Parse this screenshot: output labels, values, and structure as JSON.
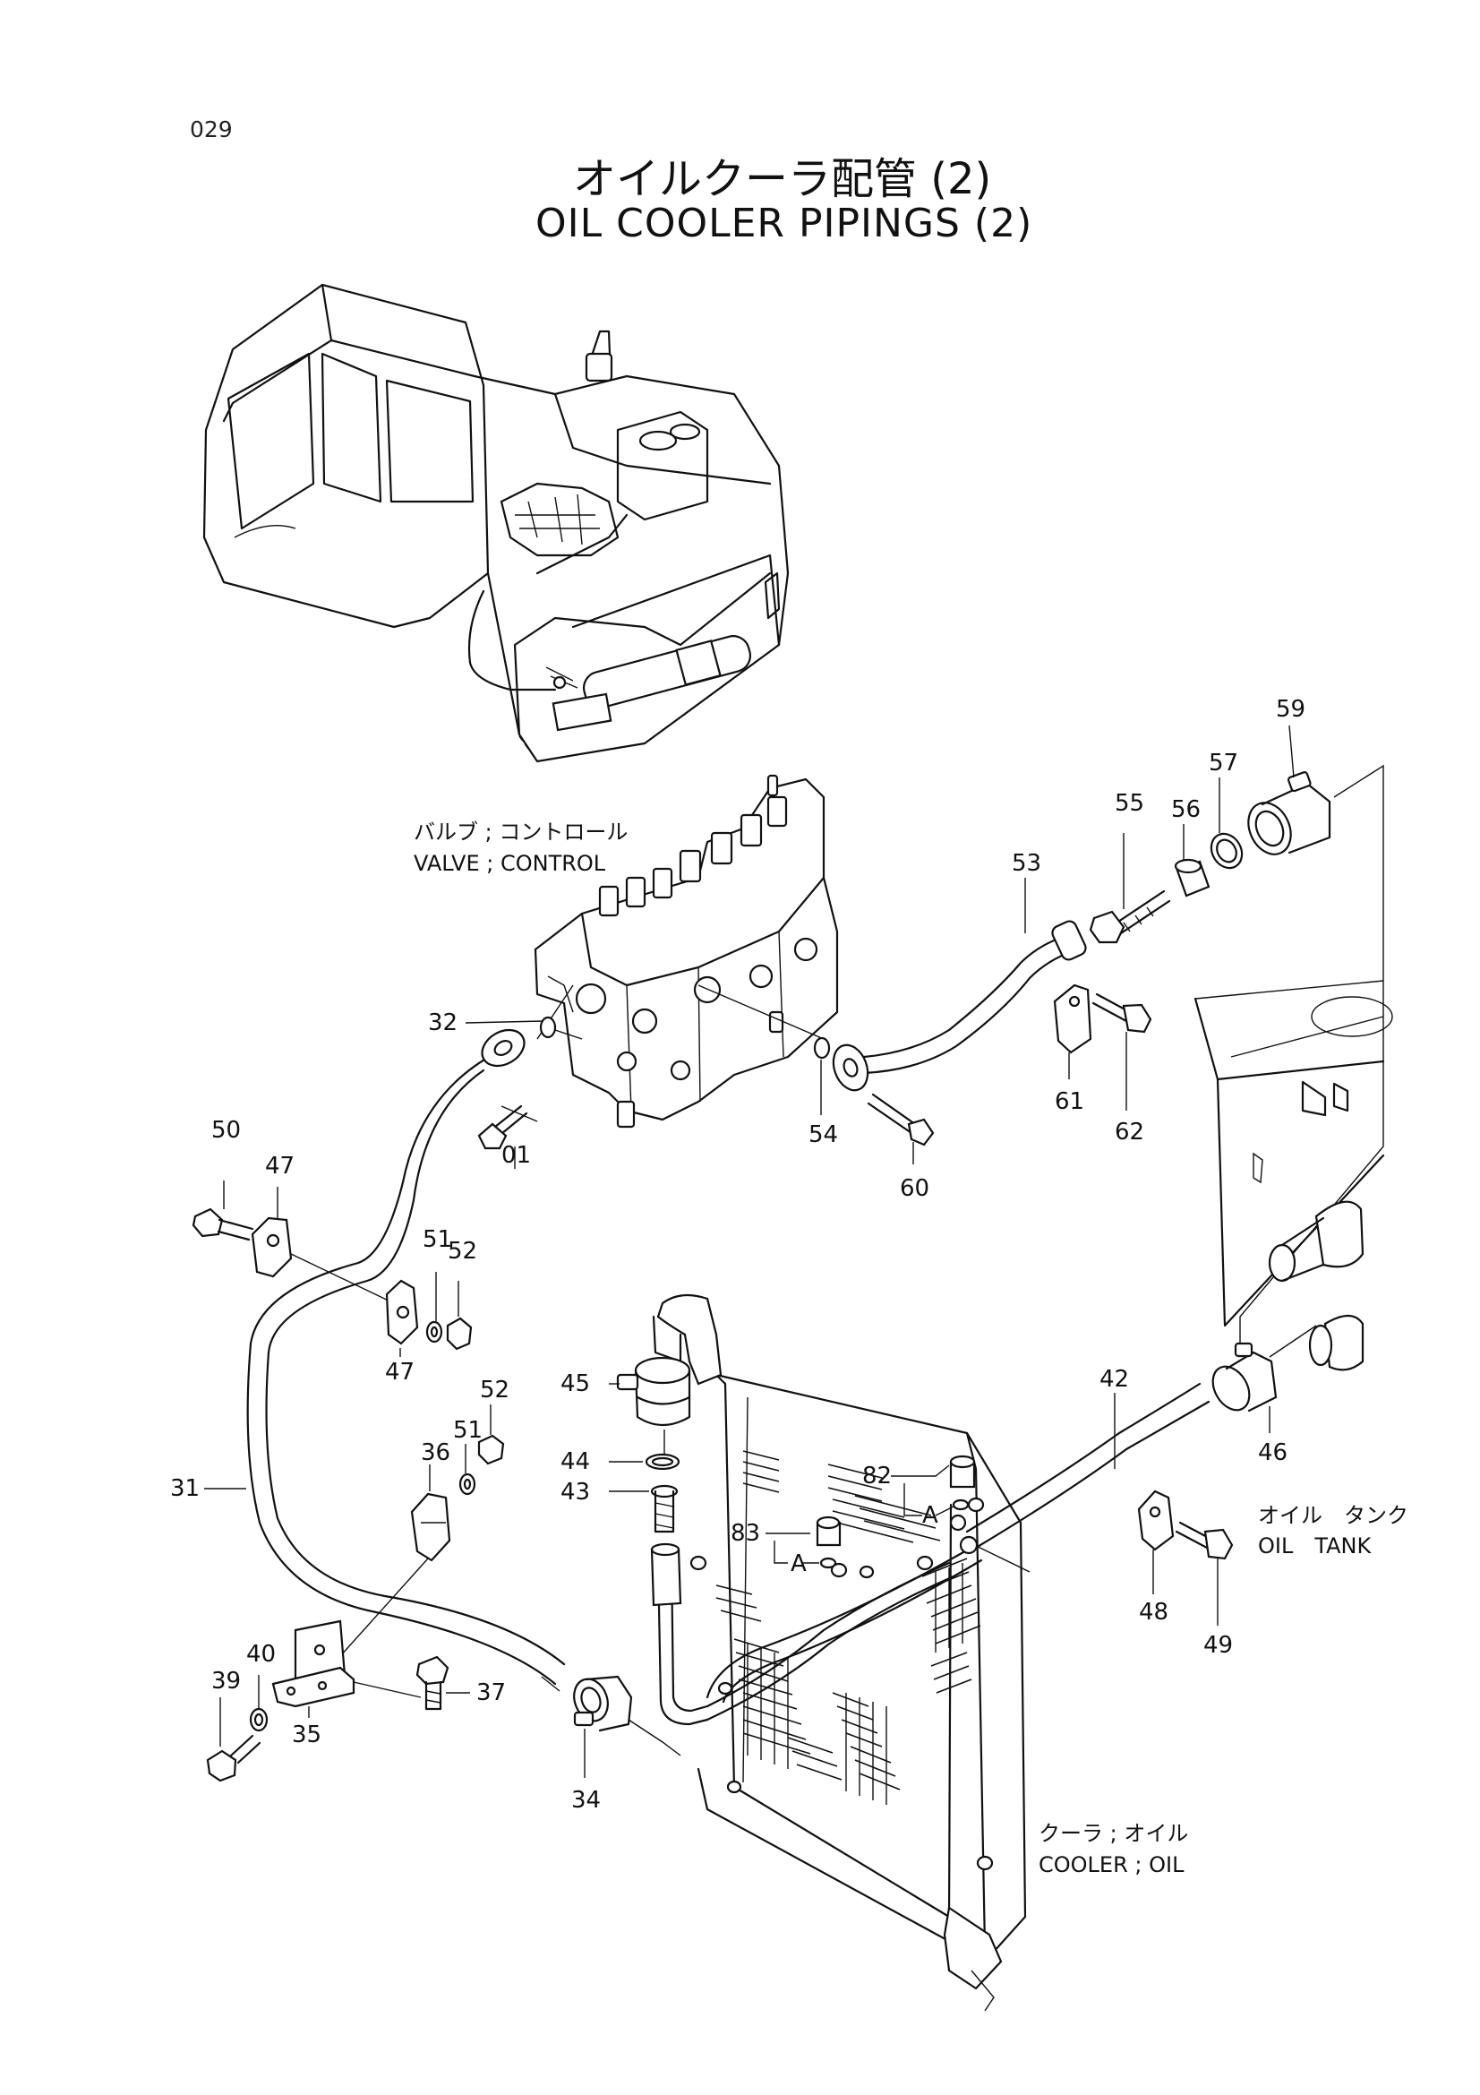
{
  "page_number": "029",
  "title_jp": "オイルクーラ配管 (2)",
  "title_en": "OIL COOLER PIPINGS (2)",
  "labels": {
    "valve_jp": "バルブ ; コントロール",
    "valve_en": "VALVE ; CONTROL",
    "oil_tank_jp": "オイル　タンク",
    "oil_tank_en": "OIL　TANK",
    "cooler_jp": "クーラ ; オイル",
    "cooler_en": "COOLER ; OIL"
  },
  "parts": {
    "p01": "01",
    "p31": "31",
    "p32": "32",
    "p34": "34",
    "p35": "35",
    "p36": "36",
    "p37": "37",
    "p39": "39",
    "p40": "40",
    "p42": "42",
    "p43": "43",
    "p44": "44",
    "p45": "45",
    "p46": "46",
    "p47a": "47",
    "p47b": "47",
    "p48": "48",
    "p49": "49",
    "p50": "50",
    "p51a": "51",
    "p51b": "51",
    "p52a": "52",
    "p52b": "52",
    "p53": "53",
    "p54": "54",
    "p55": "55",
    "p56": "56",
    "p57": "57",
    "p59": "59",
    "p60": "60",
    "p61": "61",
    "p62": "62",
    "p82": "82",
    "p83": "83",
    "detail_a1": "A",
    "detail_a2": "A"
  }
}
